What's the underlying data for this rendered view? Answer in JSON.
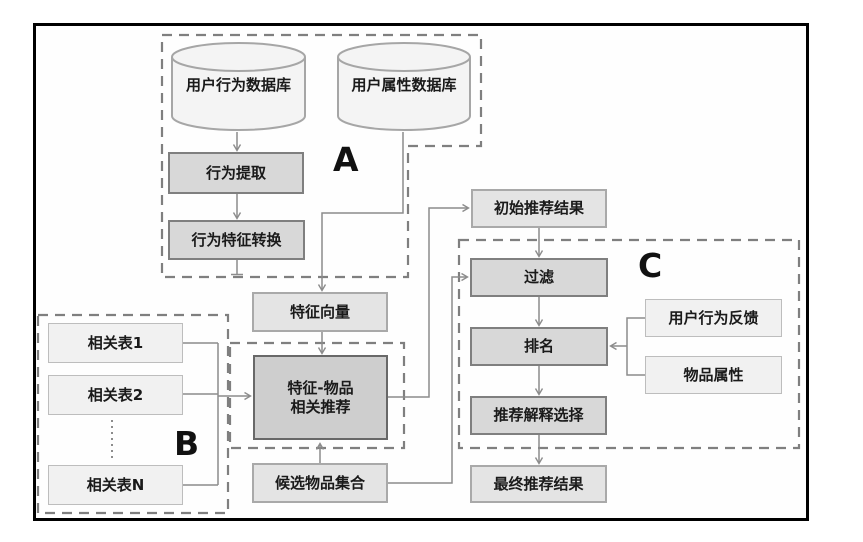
{
  "sections": {
    "a": "A",
    "b": "B",
    "c": "C"
  },
  "nodes": {
    "db_behavior": {
      "label": "用户行为数据库"
    },
    "db_attribute": {
      "label": "用户属性数据库"
    },
    "behavior_extract": {
      "label": "行为提取"
    },
    "behavior_transform": {
      "label": "行为特征转换"
    },
    "feature_vector": {
      "label": "特征向量"
    },
    "related_table_1": {
      "label": "相关表1"
    },
    "related_table_2": {
      "label": "相关表2"
    },
    "related_table_n": {
      "label": "相关表N"
    },
    "feature_item_rec": {
      "label": "特征-物品\n相关推荐"
    },
    "candidate_item_set": {
      "label": "候选物品集合"
    },
    "initial_rec_result": {
      "label": "初始推荐结果"
    },
    "filter": {
      "label": "过滤"
    },
    "ranking": {
      "label": "排名"
    },
    "user_behavior_feedback": {
      "label": "用户行为反馈"
    },
    "item_attribute": {
      "label": "物品属性"
    },
    "rec_explanation_selection": {
      "label": "推荐解释选择"
    },
    "final_rec_result": {
      "label": "最终推荐结果"
    }
  },
  "colors": {
    "frame": "#000000",
    "dashed_region": "#7f7f7f",
    "connector": "#8c8c8c",
    "box_dark_fill": "#d8d8d8",
    "box_mid_fill": "#e4e4e4",
    "box_light_fill": "#f1f1f1",
    "cylinder_fill": "#f4f4f4"
  }
}
